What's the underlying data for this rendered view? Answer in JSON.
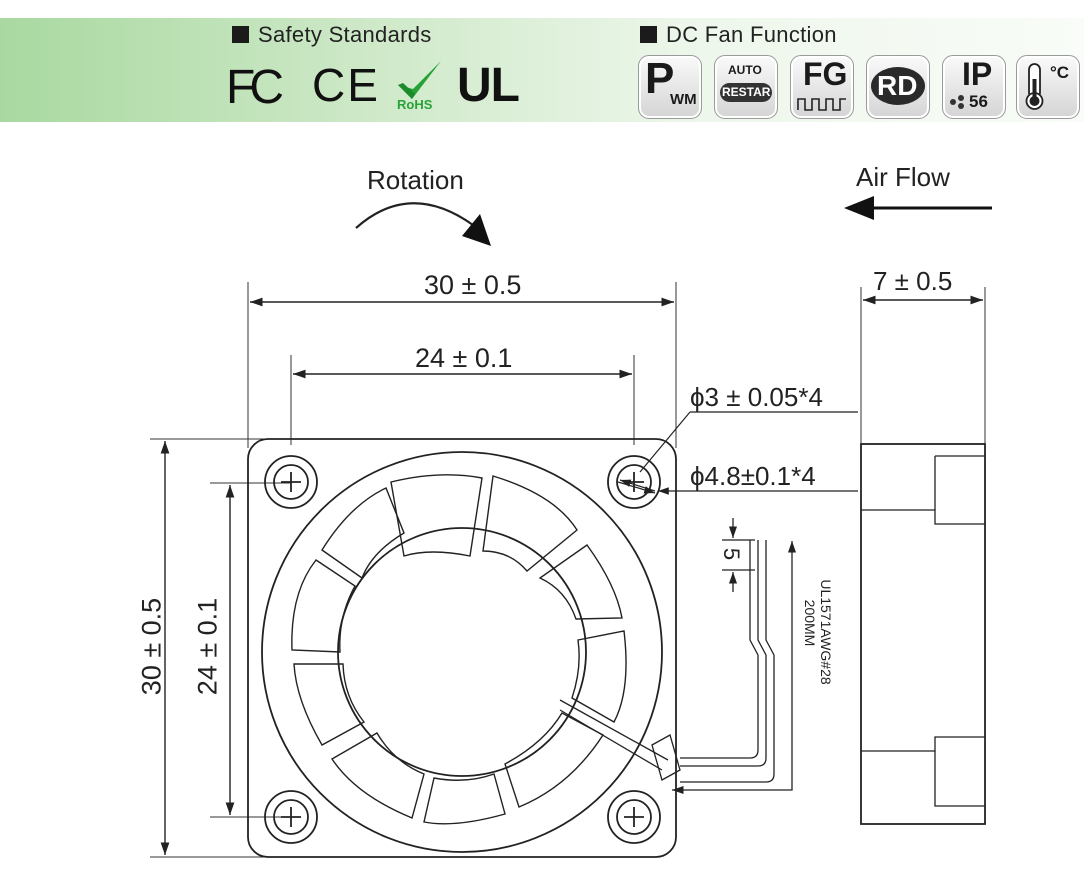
{
  "header": {
    "safety_title": "Safety Standards",
    "fan_title": "DC Fan Function",
    "safety_logos": [
      {
        "icon": "fcc-logo",
        "text": "FC"
      },
      {
        "icon": "ce-logo",
        "text": "CE"
      },
      {
        "icon": "rohs-logo",
        "text": "RoHS"
      },
      {
        "icon": "ul-logo",
        "text": "UL"
      }
    ],
    "fan_badges": [
      {
        "icon": "pwm-badge",
        "line1": "P",
        "line2": "WM"
      },
      {
        "icon": "auto-restart-badge",
        "line1": "AUTO",
        "line2": "RESTAR"
      },
      {
        "icon": "fg-badge",
        "line1": "FG"
      },
      {
        "icon": "rd-badge",
        "line1": "RD"
      },
      {
        "icon": "ip56-badge",
        "line1": "IP",
        "line2": "56"
      },
      {
        "icon": "temperature-badge",
        "line1": "°C"
      }
    ]
  },
  "diagram": {
    "rotation_label": "Rotation",
    "airflow_label": "Air Flow",
    "dim_width_outer": "30 ± 0.5",
    "dim_width_inner": "24 ± 0.1",
    "dim_height_outer": "30 ± 0.5",
    "dim_height_inner": "24 ± 0.1",
    "dim_thickness": "7 ± 0.5",
    "hole_small": "ϕ3 ± 0.05*4",
    "hole_large": "ϕ4.8±0.1*4",
    "wire_strip": "5",
    "cable_spec_1": "UL1571AWG#28",
    "cable_spec_2": "200MM"
  },
  "colors": {
    "banner_start": "#a9d9a0",
    "banner_end": "#f9fcf8",
    "ink": "#222222"
  }
}
